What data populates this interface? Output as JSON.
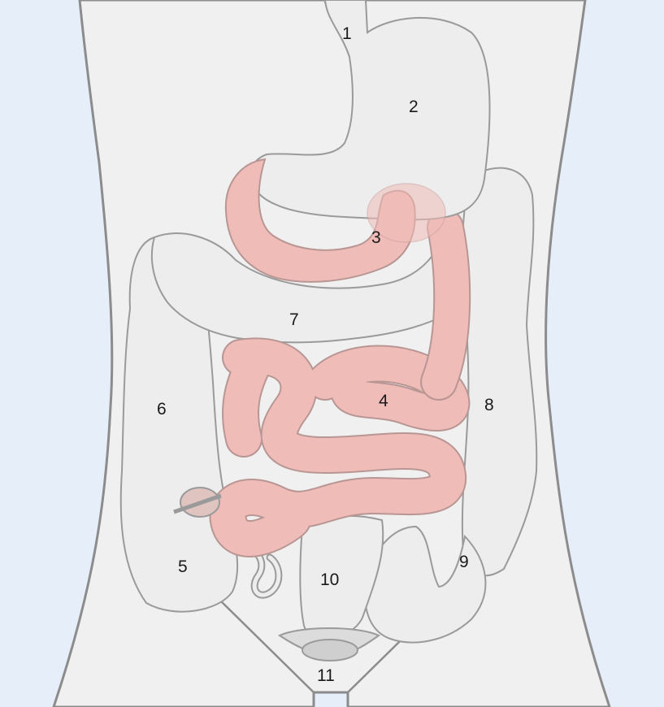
{
  "colors": {
    "background": "#e6eefa",
    "body_fill": "#f0f0f0",
    "body_outline": "#8c8c8c",
    "organ_gray": "#ededed",
    "organ_pink": "#f0bcb8",
    "organ_outline": "#9a9a9a",
    "label_text": "#1a1a1a"
  },
  "labels": {
    "n1": "1",
    "n2": "2",
    "n3": "3",
    "n4": "4",
    "n5": "5",
    "n6": "6",
    "n7": "7",
    "n8": "8",
    "n9": "9",
    "n10": "10",
    "n11": "11"
  }
}
